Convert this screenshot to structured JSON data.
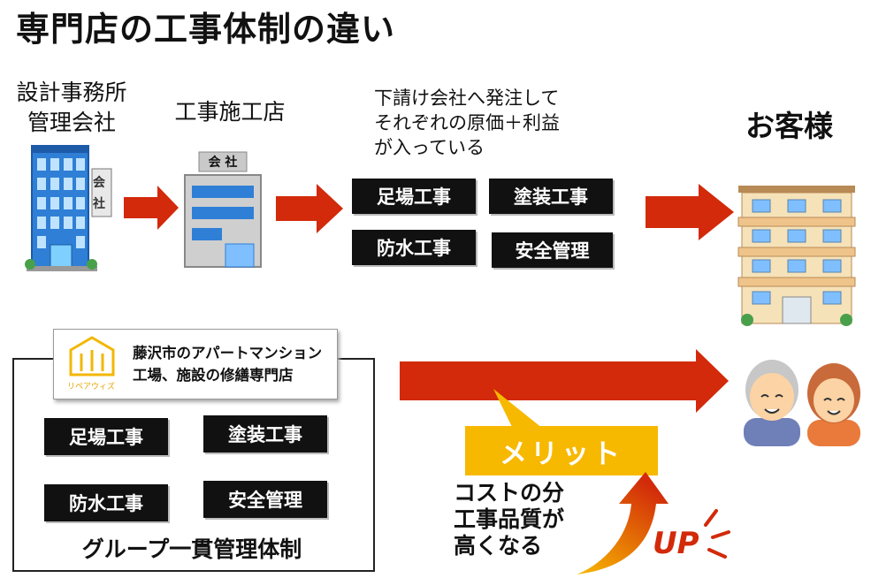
{
  "title": "専門店の工事体制の違い",
  "top_flow": {
    "design_firm_line1": "設計事務所",
    "design_firm_line2": "管理会社",
    "contractor": "工事施工店",
    "note_line1": "下請け会社へ発注して",
    "note_line2": "それぞれの原価＋利益",
    "note_line3": "が入っている",
    "building_sign1": "会",
    "building_sign2": "社",
    "contractor_sign": "会 社",
    "subcontract_tags": [
      "足場工事",
      "塗装工事",
      "防水工事",
      "安全管理"
    ],
    "customer": "お客様"
  },
  "specialist": {
    "logo_line1": "藤沢市のアパートマンション",
    "logo_line2": "工場、施設の修繕専門店",
    "logo_brand": "リペアウィズ",
    "tags": [
      "足場工事",
      "塗装工事",
      "防水工事",
      "安全管理"
    ],
    "system_label": "グループ一貫管理体制"
  },
  "merit": {
    "label": "メリット",
    "benefit_line1": "コストの分",
    "benefit_line2": "工事品質が",
    "benefit_line3": "高くなる",
    "up_label": "UP"
  },
  "colors": {
    "arrow_red": "#d22a0a",
    "merit_yellow": "#f7b800",
    "tag_black": "#111111"
  }
}
